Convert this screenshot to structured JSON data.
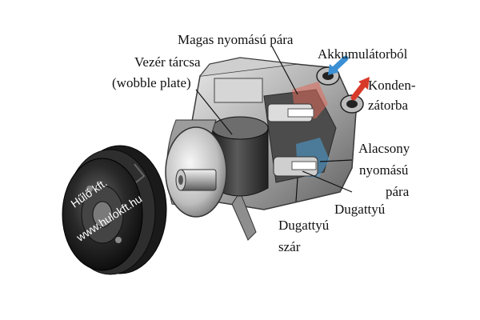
{
  "labels": {
    "high_pressure_vapor": "Magas nyomású pára",
    "wobble_plate_hu": "Vezér tárcsa",
    "wobble_plate_en": "(wobble plate)",
    "from_accumulator": "Akkumulátorból",
    "to_condenser_1": "Konden-",
    "to_condenser_2": "zátorba",
    "low_pressure_1": "Alacsony",
    "low_pressure_2": "nyomású",
    "low_pressure_3": "pára",
    "piston": "Dugattyú",
    "piston_rod_1": "Dugattyú",
    "piston_rod_2": "szár"
  },
  "watermark": {
    "line1": "Hűlő kft.",
    "line2": "www.hulokft.hu"
  },
  "colors": {
    "inlet_arrow": "#3b8fd4",
    "outlet_arrow": "#d83a2a",
    "low_pressure_highlight": "#4da3d9",
    "high_pressure_highlight": "#e06a5a"
  }
}
